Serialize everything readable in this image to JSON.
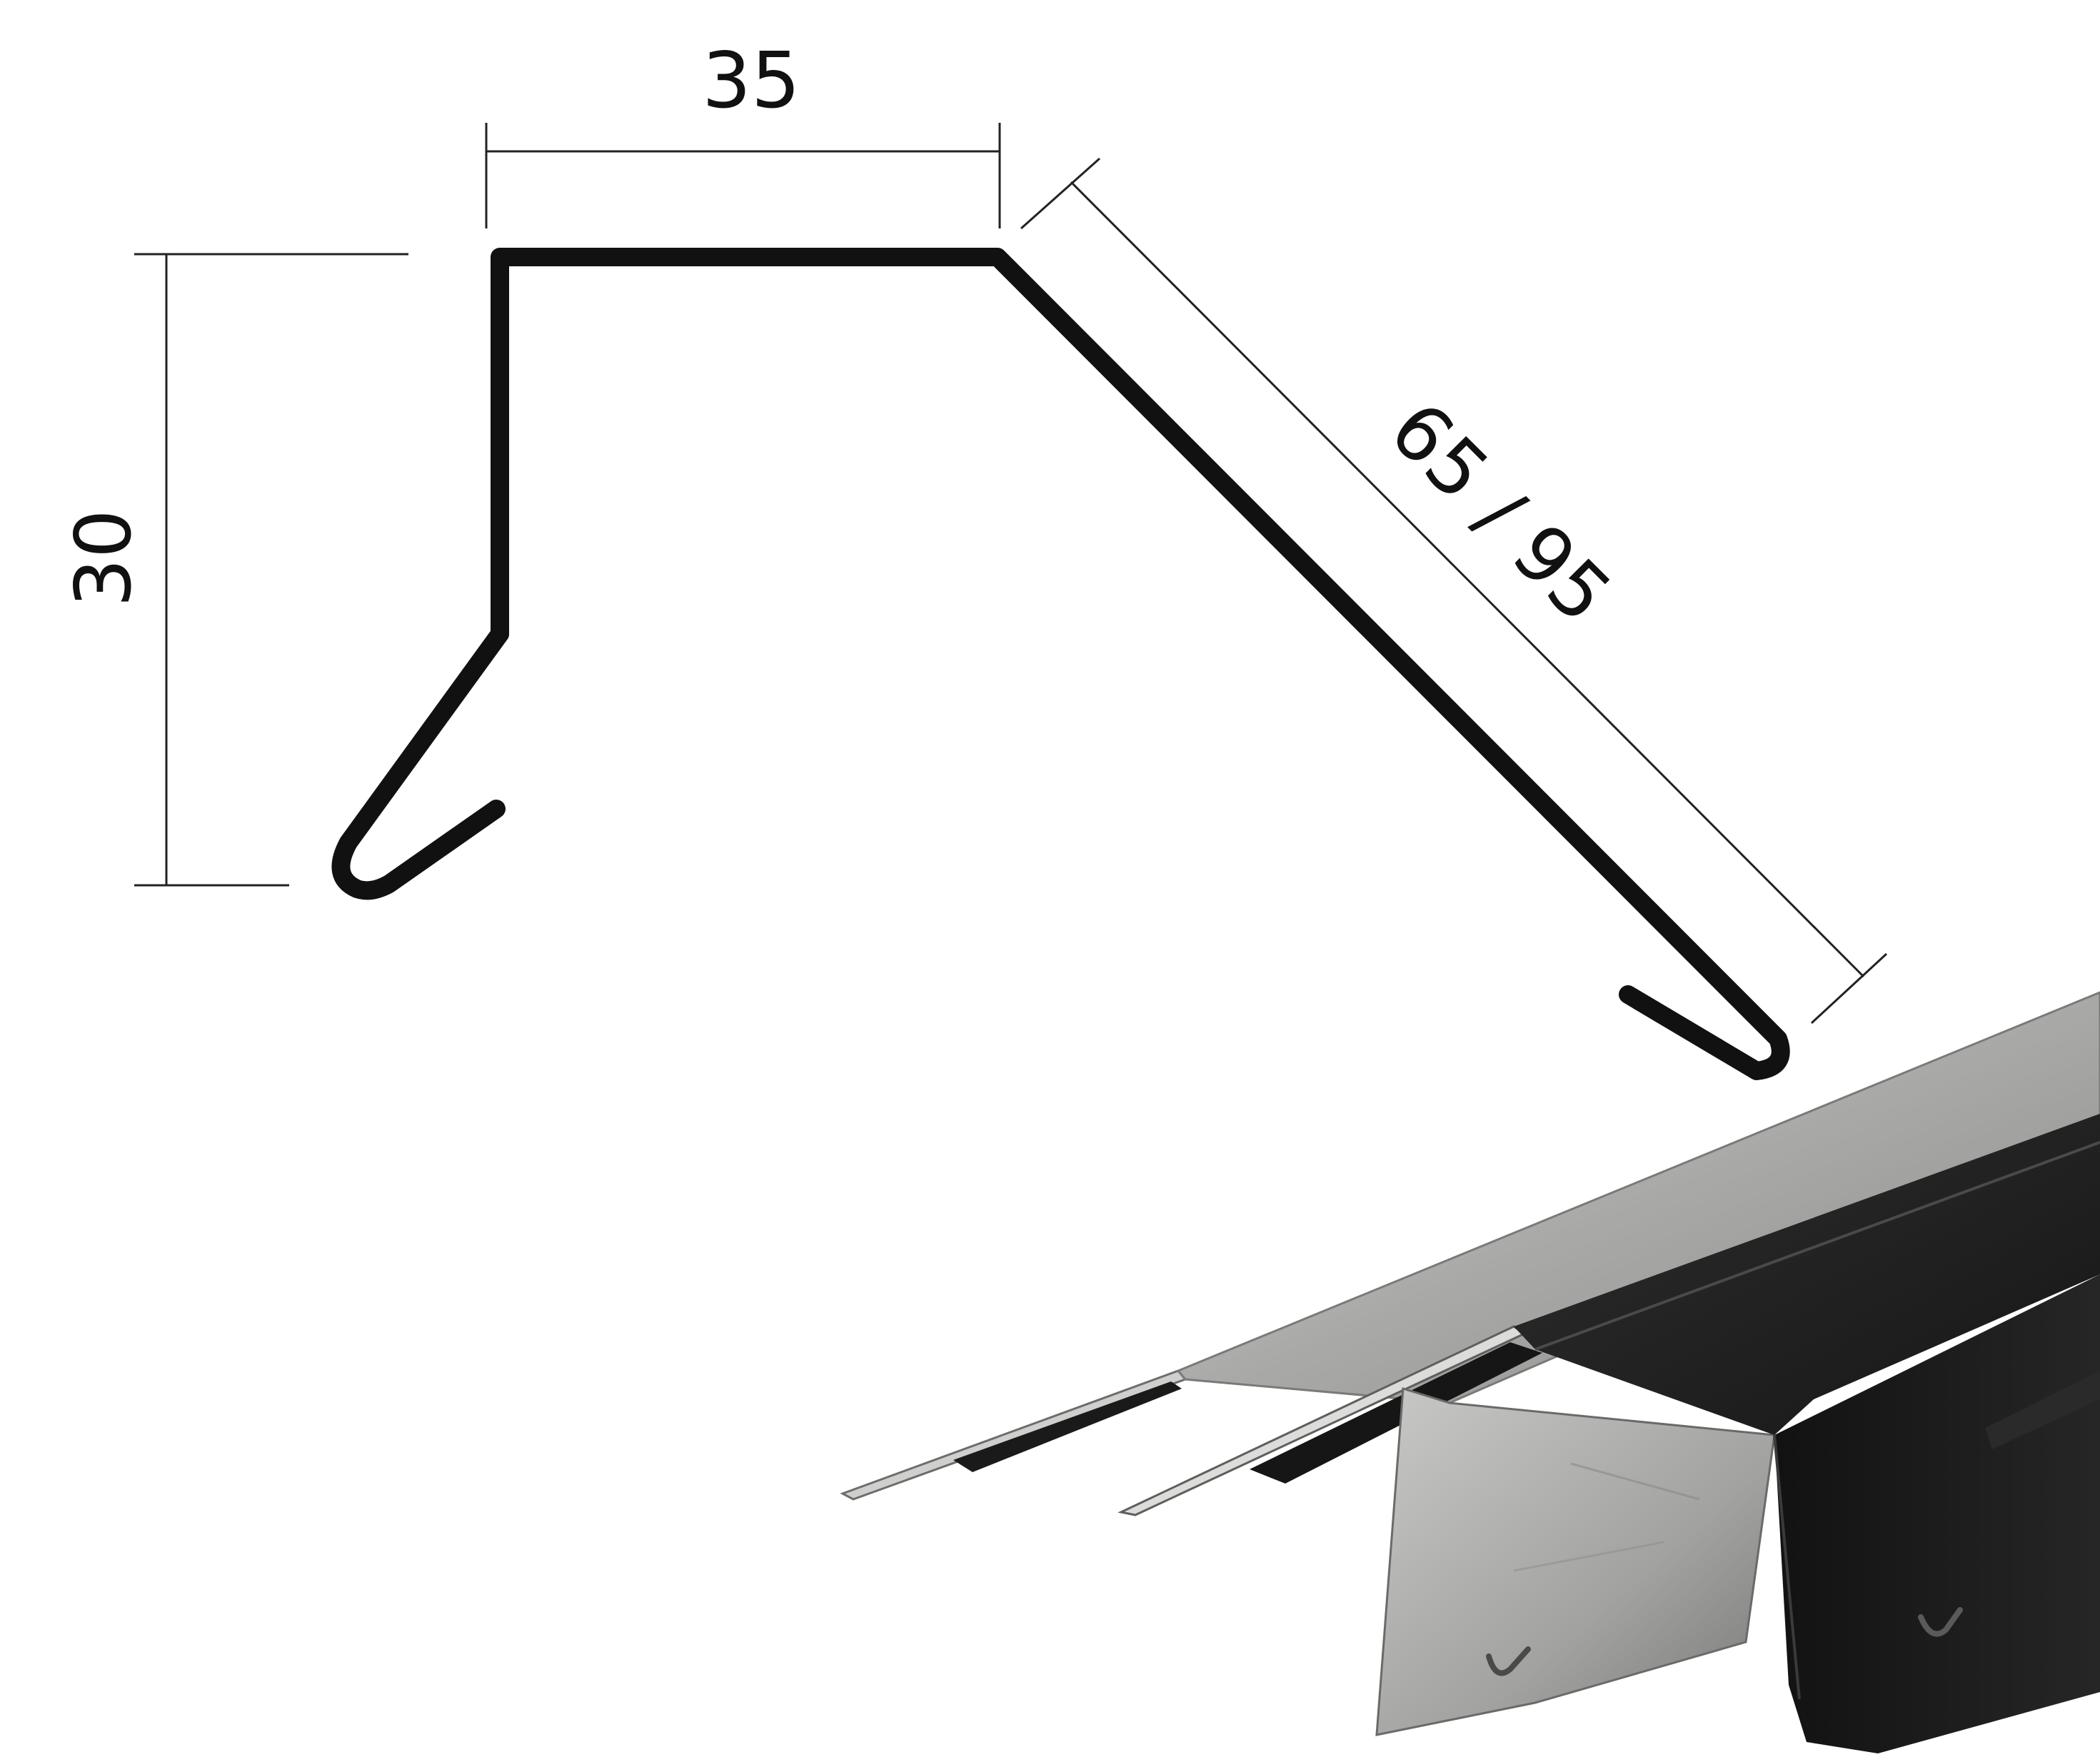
{
  "dimensions": {
    "top_width": "35",
    "left_height": "30",
    "slope_length": "65 / 95"
  },
  "colors": {
    "profile_stroke": "#111111",
    "dimension_line": "#222222",
    "galvanized_metal": "#b9b9b7",
    "coated_metal": "#1c1c1c",
    "background": "#ffffff"
  }
}
